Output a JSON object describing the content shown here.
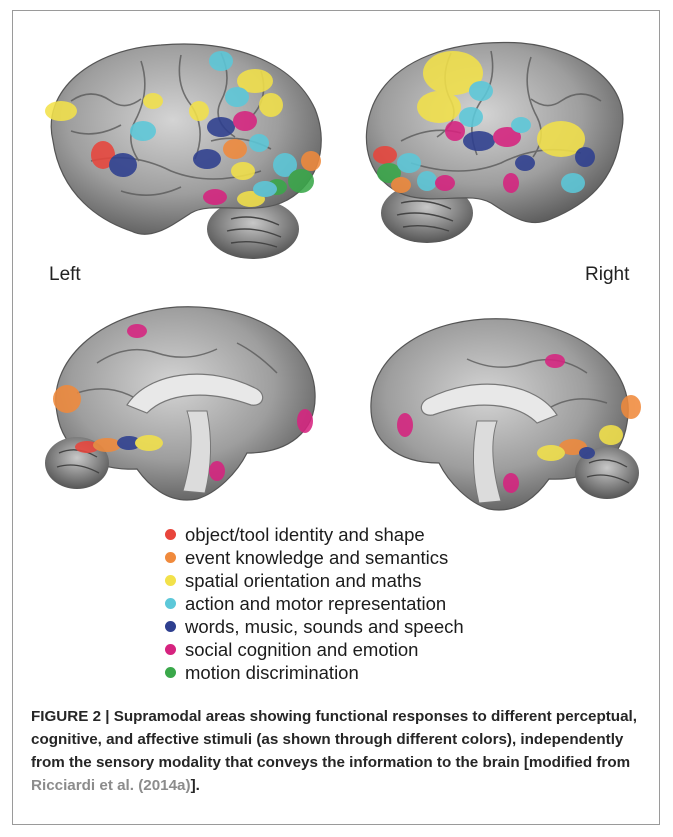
{
  "figure": {
    "labels": {
      "left": "Left",
      "right": "Right"
    },
    "legend": [
      {
        "label": "object/tool identity and shape",
        "color": "#e8453c"
      },
      {
        "label": "event knowledge and semantics",
        "color": "#f08a3c"
      },
      {
        "label": "spatial orientation and maths",
        "color": "#f2e14a"
      },
      {
        "label": "action and motor representation",
        "color": "#5cc8d9"
      },
      {
        "label": "words, music, sounds and speech",
        "color": "#2e3f8f"
      },
      {
        "label": "social cognition and emotion",
        "color": "#d6237f"
      },
      {
        "label": "motion discrimination",
        "color": "#3aa84a"
      }
    ]
  },
  "caption": {
    "prefix": "FIGURE 2 | Supramodal areas showing functional responses to different perceptual, cognitive, and affective stimuli (as shown through different colors), independently from the sensory modality that conveys the information to the brain [modified from ",
    "ref": "Ricciardi et al. (2014a)",
    "suffix": "]."
  }
}
